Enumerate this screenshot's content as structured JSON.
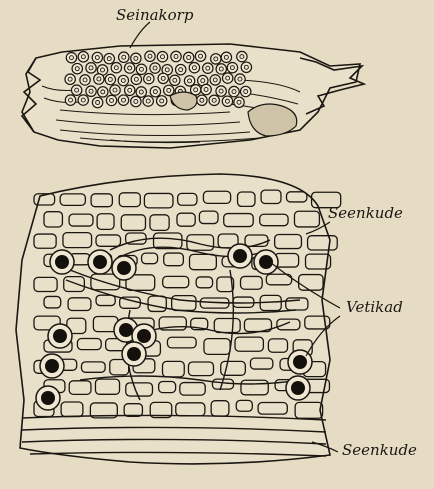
{
  "labels": {
    "seinakorp": "Seinakorp",
    "seenkude_top": "Seenkude",
    "vetikad": "Vetikad",
    "seenkude_bottom": "Seenkude"
  },
  "colors": {
    "paper": "#e6dcc4",
    "ink": "#1a1712",
    "dark_fill": "#14110d"
  }
}
